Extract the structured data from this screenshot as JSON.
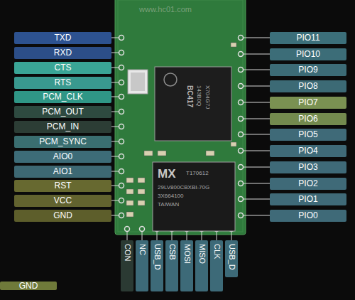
{
  "diagram": {
    "nodes": [
      {
        "text": [
          "TXD"
        ]
      },
      {
        "text": [
          "RXD"
        ]
      },
      {
        "text": [
          "CTS"
        ]
      },
      {
        "text": [
          "RTS"
        ]
      },
      {
        "text": [
          "PCM_CLK"
        ]
      },
      {
        "text": [
          "PCM_OUT"
        ]
      },
      {
        "text": [
          "PCM_IN"
        ]
      },
      {
        "text": [
          "PCM_SYNC"
        ]
      },
      {
        "text": [
          "AIO0"
        ]
      },
      {
        "text": [
          "AIO1"
        ]
      },
      {
        "text": [
          "RST"
        ]
      },
      {
        "text": [
          "VCC"
        ]
      },
      {
        "text": [
          "GND"
        ]
      },
      {
        "text": [
          "PIO11"
        ]
      },
      {
        "text": [
          "PIO10"
        ]
      },
      {
        "text": [
          "PIO9"
        ]
      },
      {
        "text": [
          "PIO8"
        ]
      },
      {
        "text": [
          "PIO7"
        ]
      },
      {
        "text": [
          "PIO6"
        ]
      },
      {
        "text": [
          "PIO5"
        ]
      },
      {
        "text": [
          "PIO4"
        ]
      },
      {
        "text": [
          "PIO3"
        ]
      },
      {
        "text": [
          "PIO2"
        ]
      },
      {
        "text": [
          "PIO1"
        ]
      },
      {
        "text": [
          "PIO0"
        ]
      },
      {
        "text": [
          "CON"
        ]
      },
      {
        "text": [
          "NC"
        ]
      },
      {
        "text": [
          "USB_D"
        ]
      },
      {
        "text": [
          "CSB"
        ]
      },
      {
        "text": [
          "MOSI"
        ]
      },
      {
        "text": [
          "MISO"
        ]
      },
      {
        "text": [
          "CLK"
        ]
      },
      {
        "text": [
          "USB_D"
        ]
      },
      {
        "text": [
          "GND"
        ]
      }
    ],
    "labels": [
      "www.hc01.com",
      "BC417",
      "143B0Q",
      "X704G7J",
      "MX",
      "T170612",
      "29LV800CBXBI-70G",
      "3X664100",
      "TAIWAN"
    ]
  }
}
